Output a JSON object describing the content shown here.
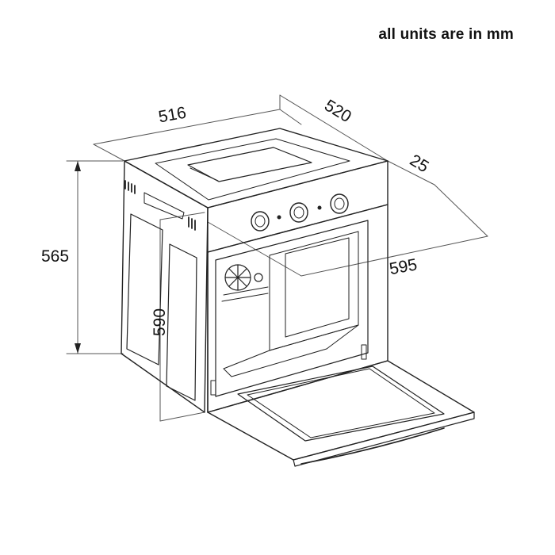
{
  "note": "all units are in mm",
  "dimensions": {
    "width_top": "516",
    "depth": "520",
    "door_thickness": "25",
    "total_depth": "595",
    "height": "565",
    "height_front": "590"
  },
  "colors": {
    "line": "#222222",
    "dim_line": "#555555",
    "background": "#ffffff"
  }
}
